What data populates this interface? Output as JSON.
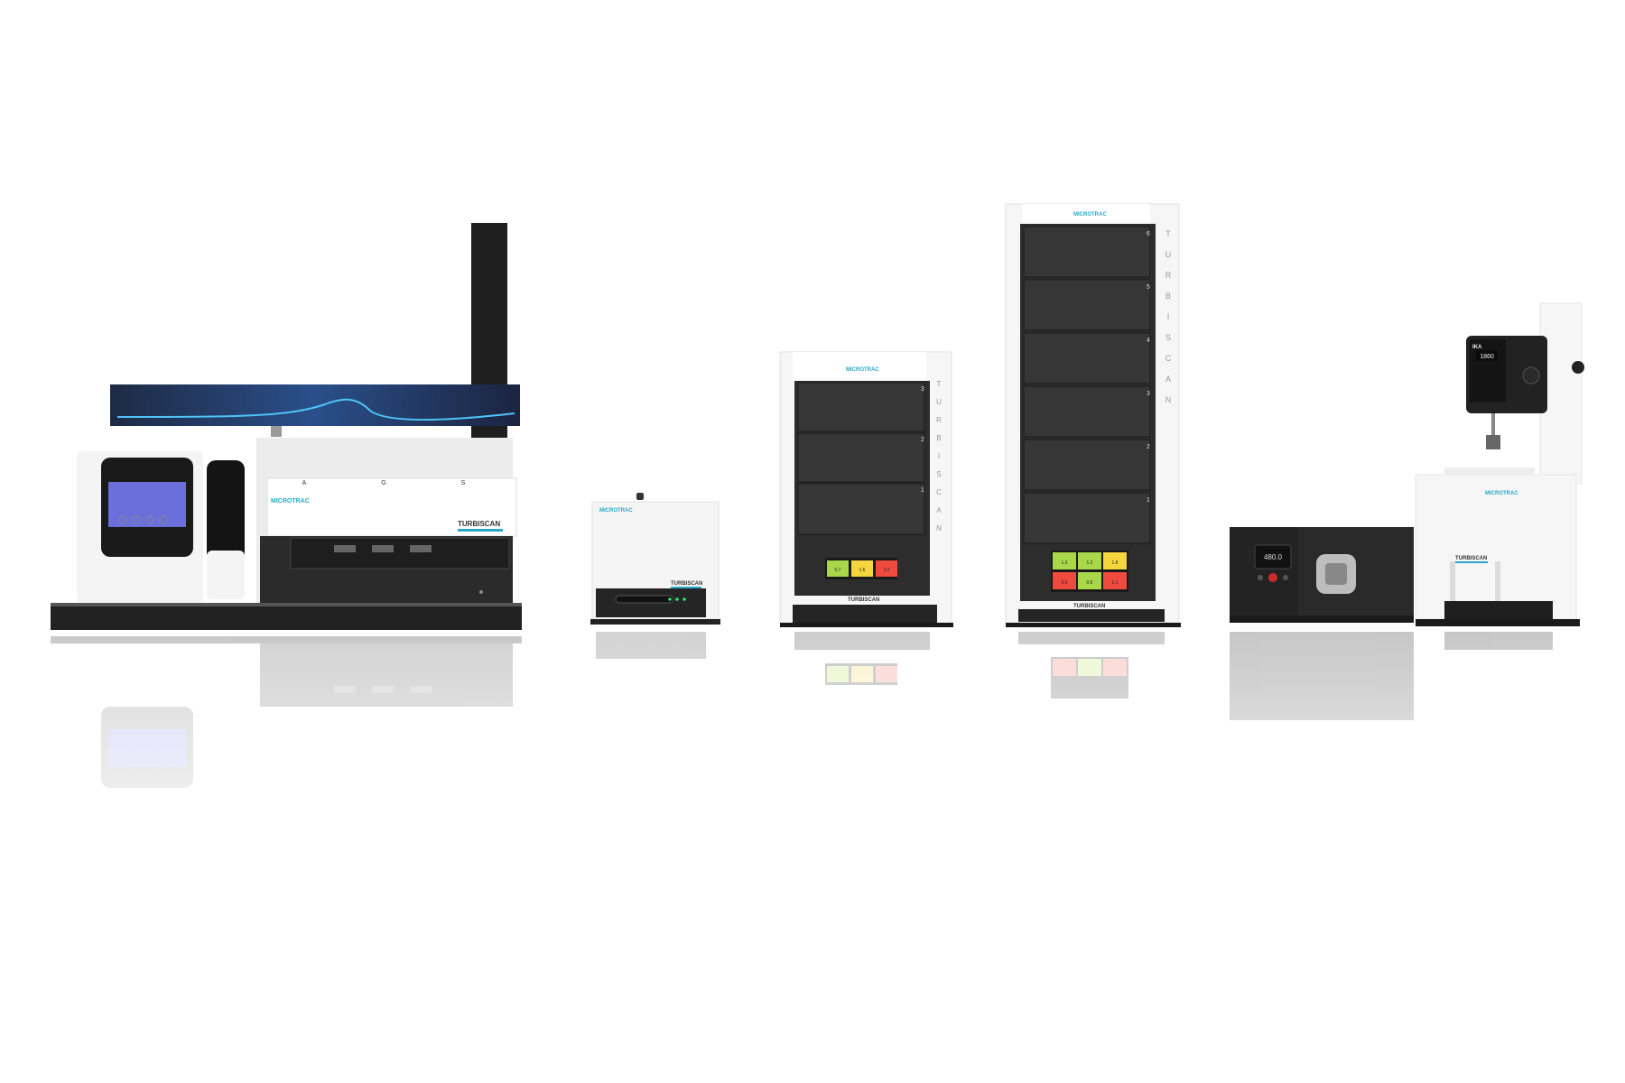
{
  "brand": {
    "maker": "MICROTRAC",
    "product": "TURBISCAN",
    "vertical_label": [
      "T",
      "U",
      "R",
      "B",
      "I",
      "S",
      "C",
      "A",
      "N"
    ],
    "accent_color": "#2aa8c8",
    "dark_color": "#2b2b2b"
  },
  "ags_unit": {
    "slot_labels": [
      "A",
      "G",
      "S"
    ]
  },
  "tower_6": {
    "rack_numbers": [
      "6",
      "5",
      "4",
      "3",
      "2",
      "1"
    ],
    "screen_values": [
      "1.3",
      "1.2",
      "1.8",
      "0.9",
      "0.6",
      "1.1"
    ]
  },
  "tower_3": {
    "rack_numbers": [
      "3",
      "2",
      "1"
    ],
    "screen_values": [
      "0.7",
      "1.6",
      "2.2"
    ]
  },
  "pump_unit": {
    "display": "480.0"
  },
  "stirrer": {
    "brand": "IKA",
    "display": "1860"
  }
}
